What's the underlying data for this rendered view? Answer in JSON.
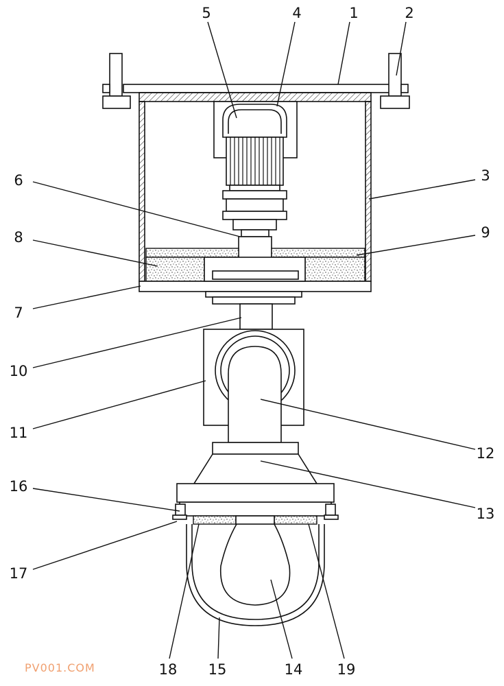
{
  "diagram": {
    "labels": {
      "l1": "1",
      "l2": "2",
      "l3": "3",
      "l4": "4",
      "l5": "5",
      "l6": "6",
      "l7": "7",
      "l8": "8",
      "l9": "9",
      "l10": "10",
      "l11": "11",
      "l12": "12",
      "l13": "13",
      "l14": "14",
      "l15": "15",
      "l16": "16",
      "l17": "17",
      "l18": "18",
      "l19": "19"
    }
  },
  "watermark": "PV001.COM"
}
